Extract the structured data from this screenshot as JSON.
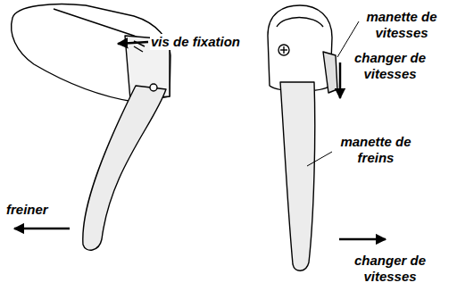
{
  "diagram": {
    "labels": [
      "vis de fixation",
      "manette de vitesses",
      "changer de vitesses",
      "manette de freins",
      "freiner",
      "changer de vitesses"
    ]
  }
}
